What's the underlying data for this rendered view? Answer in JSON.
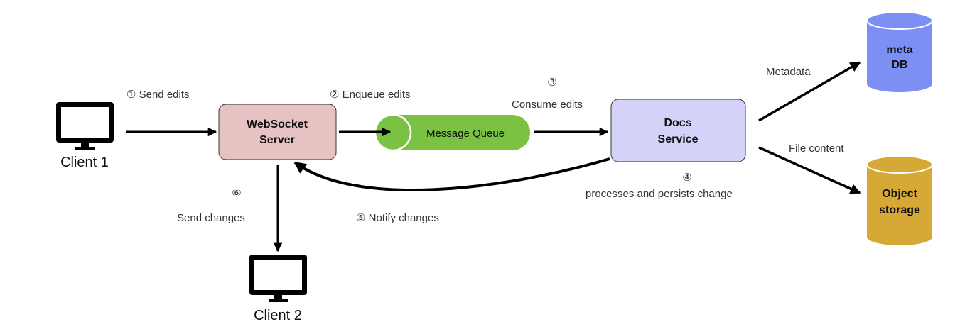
{
  "clients": {
    "client1": "Client 1",
    "client2": "Client 2"
  },
  "nodes": {
    "websocket_server": {
      "line1": "WebSocket",
      "line2": "Server",
      "color": "#e6c3c2"
    },
    "message_queue": {
      "label": "Message Queue",
      "color": "#7bc242"
    },
    "docs_service": {
      "line1": "Docs",
      "line2": "Service",
      "color": "#d4d2f9"
    },
    "meta_db": {
      "line1": "meta",
      "line2": "DB",
      "color": "#7b8ff4"
    },
    "object_storage": {
      "line1": "Object",
      "line2": "storage",
      "color": "#d6a937"
    }
  },
  "edges": {
    "send_edits": "① Send edits",
    "enqueue_edits": "② Enqueue edits",
    "consume_step": "③",
    "consume_edits": "Consume edits",
    "process_step": "④",
    "process_persist": "processes and persists change",
    "notify_changes": "⑤ Notify changes",
    "send_step": "⑥",
    "send_changes": "Send changes",
    "metadata": "Metadata",
    "file_content": "File content"
  }
}
